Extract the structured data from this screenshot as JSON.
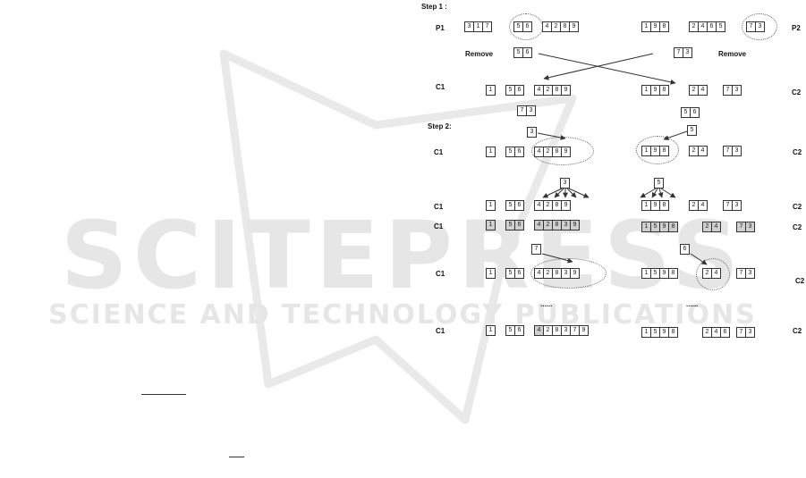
{
  "watermark": {
    "big": "SCITEPRESS",
    "small": "SCIENCE AND TECHNOLOGY PUBLICATIONS",
    "color": "#e7e7e7"
  },
  "labels": {
    "step1": "Step 1 :",
    "step2": "Step 2:",
    "p1": "P1",
    "p2": "P2",
    "c1": "C1",
    "c2": "C2",
    "remove": "Remove",
    "ellipsis": "......"
  },
  "sequences": [
    {
      "id": "p1",
      "groups": [
        {
          "cells": [
            "3",
            "1",
            "7"
          ]
        },
        {
          "cells": [
            "5",
            "6"
          ]
        },
        {
          "cells": [
            "4",
            "2",
            "8",
            "9"
          ]
        }
      ]
    },
    {
      "id": "p2",
      "groups": [
        {
          "cells": [
            "1",
            "9",
            "8"
          ]
        },
        {
          "cells": [
            "2",
            "4",
            "6",
            "5"
          ]
        },
        {
          "cells": [
            "7",
            "3"
          ]
        }
      ]
    },
    {
      "id": "rm1",
      "groups": [
        {
          "cells": [
            "5",
            "6"
          ]
        }
      ]
    },
    {
      "id": "rm2",
      "groups": [
        {
          "cells": [
            "7",
            "3"
          ]
        }
      ]
    },
    {
      "id": "c1a",
      "groups": [
        {
          "cells": [
            "1"
          ]
        },
        {
          "cells": [
            "5",
            "6"
          ]
        },
        {
          "cells": [
            "4",
            "2",
            "8",
            "9"
          ]
        }
      ]
    },
    {
      "id": "c2a",
      "groups": [
        {
          "cells": [
            "1",
            "9",
            "8"
          ]
        },
        {
          "cells": [
            "2",
            "4"
          ]
        },
        {
          "cells": [
            "7",
            "3"
          ]
        }
      ]
    },
    {
      "id": "ins1",
      "groups": [
        {
          "cells": [
            "7",
            "3"
          ]
        }
      ]
    },
    {
      "id": "ins2",
      "groups": [
        {
          "cells": [
            "5",
            "6"
          ]
        }
      ]
    },
    {
      "id": "g3a",
      "groups": [
        {
          "cells": [
            "3"
          ]
        }
      ]
    },
    {
      "id": "g5a",
      "groups": [
        {
          "cells": [
            "5"
          ]
        }
      ]
    },
    {
      "id": "c1b",
      "groups": [
        {
          "cells": [
            "1"
          ]
        },
        {
          "cells": [
            "5",
            "6"
          ]
        },
        {
          "cells": [
            "4",
            "2",
            "8",
            "9"
          ]
        }
      ]
    },
    {
      "id": "c2b",
      "groups": [
        {
          "cells": [
            "1",
            "9",
            "8"
          ]
        },
        {
          "cells": [
            "2",
            "4"
          ]
        },
        {
          "cells": [
            "7",
            "3"
          ]
        }
      ]
    },
    {
      "id": "g3b",
      "groups": [
        {
          "cells": [
            "3"
          ]
        }
      ]
    },
    {
      "id": "g5b",
      "groups": [
        {
          "cells": [
            "5"
          ]
        }
      ]
    },
    {
      "id": "c1c",
      "groups": [
        {
          "cells": [
            "1"
          ]
        },
        {
          "cells": [
            "5",
            "6"
          ]
        },
        {
          "cells": [
            "4",
            "2",
            "8",
            "9"
          ]
        }
      ]
    },
    {
      "id": "c2c",
      "groups": [
        {
          "cells": [
            "1",
            "9",
            "8"
          ]
        },
        {
          "cells": [
            "2",
            "4"
          ]
        },
        {
          "cells": [
            "7",
            "3"
          ]
        }
      ]
    },
    {
      "id": "c1d",
      "groups": [
        {
          "cells": [
            "1"
          ],
          "shade": true
        },
        {
          "cells": [
            "5",
            "6"
          ],
          "shade": true
        },
        {
          "cells": [
            "4",
            "2",
            "8",
            "3",
            "9"
          ],
          "shade": true
        }
      ]
    },
    {
      "id": "c2d",
      "groups": [
        {
          "cells": [
            "1",
            "5",
            "9",
            "8"
          ],
          "shade": true
        },
        {
          "cells": [
            "2",
            "4"
          ],
          "shade": true
        },
        {
          "cells": [
            "7",
            "3"
          ],
          "shade": true
        }
      ]
    },
    {
      "id": "g7",
      "groups": [
        {
          "cells": [
            "7"
          ]
        }
      ]
    },
    {
      "id": "g6",
      "groups": [
        {
          "cells": [
            "6"
          ]
        }
      ]
    },
    {
      "id": "c1e",
      "groups": [
        {
          "cells": [
            "1"
          ]
        },
        {
          "cells": [
            "5",
            "6"
          ]
        },
        {
          "cells": [
            "4",
            "2",
            "8",
            "3",
            "9"
          ]
        }
      ]
    },
    {
      "id": "c2e",
      "groups": [
        {
          "cells": [
            "1",
            "5",
            "9",
            "8"
          ]
        },
        {
          "cells": [
            "2",
            "4"
          ]
        },
        {
          "cells": [
            "7",
            "3"
          ]
        }
      ]
    },
    {
      "id": "c1f",
      "groups": [
        {
          "cells": [
            "1"
          ]
        },
        {
          "cells": [
            "5",
            "6"
          ]
        },
        {
          "cells": [
            "4",
            "2",
            "8",
            "3",
            "7",
            "9"
          ],
          "shadeFirst": true
        }
      ]
    },
    {
      "id": "c2f",
      "groups": [
        {
          "cells": [
            "1",
            "5",
            "9",
            "8"
          ]
        },
        {
          "cells": [
            "2",
            "4",
            "6"
          ]
        },
        {
          "cells": [
            "7",
            "3"
          ]
        }
      ]
    }
  ]
}
